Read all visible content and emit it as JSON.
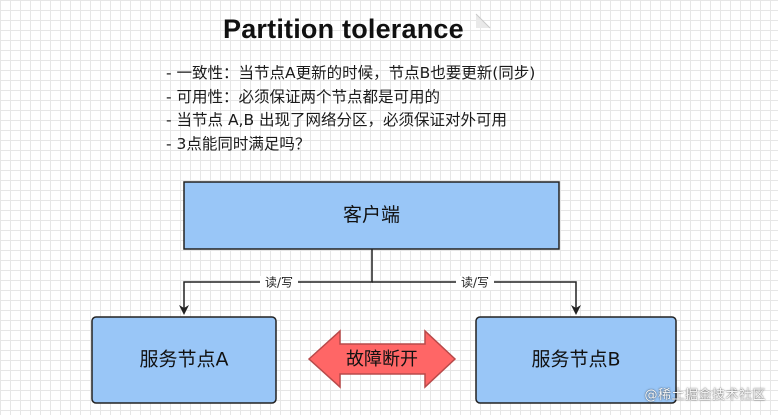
{
  "title": "Partition tolerance",
  "bullets": [
    "- 一致性：当节点A更新的时候，节点B也要更新(同步)",
    "- 可用性：必须保证两个节点都是可用的",
    "- 当节点 A,B 出现了网络分区，必须保证对外可用",
    "- 3点能同时满足吗？"
  ],
  "diagram": {
    "client_label": "客户端",
    "node_a_label": "服务节点A",
    "node_b_label": "服务节点B",
    "edge_left_label": "读/写",
    "edge_right_label": "读/写",
    "fault_label": "故障断开"
  },
  "colors": {
    "box_fill": "#99c6f7",
    "box_stroke": "#222222",
    "fault_fill": "#ff6666",
    "fault_stroke": "#b84a4a"
  },
  "watermark": "@稀土掘金技术社区"
}
